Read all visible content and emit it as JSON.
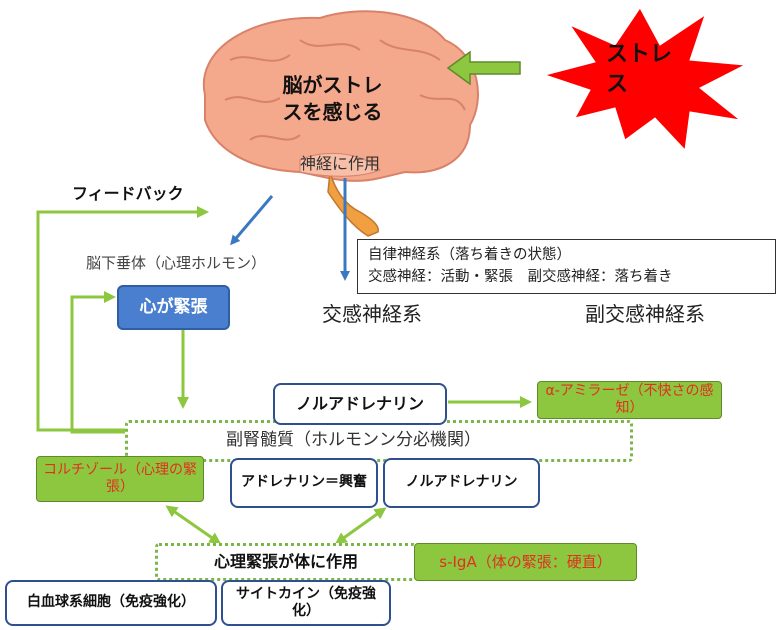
{
  "labels": {
    "stress": "ストレス",
    "brain": "脳がストレスを感じる",
    "nerve": "神経に作用",
    "feedback": "フィードバック",
    "pituitary": "脳下垂体（心理ホルモン）",
    "tension": "心が緊張",
    "autonomic_line1": "自律神経系（落ち着きの状態）",
    "autonomic_line2": "交感神経：活動・緊張　副交感神経：落ち着き",
    "sympathetic": "交感神経系",
    "parasympathetic": "副交感神経系",
    "noradrenaline_top": "ノルアドレナリン",
    "amylase": "α-アミラーゼ（不快さの感知）",
    "adrenal": "副腎髄質（ホルモンン分必機関）",
    "cortisol": "コルチゾール（心理の緊張）",
    "adrenaline": "アドレナリン＝興奮",
    "noradrenaline": "ノルアドレナリン",
    "body_effect": "心理緊張が体に作用",
    "siga": "s-IgA（体の緊張：硬直）",
    "wbc": "白血球系細胞（免疫強化）",
    "cytokine": "サイトカイン（免疫強化）"
  },
  "colors": {
    "brain": "#f4a88c",
    "stress_burst": "#ff0000",
    "green": "#8dc63f",
    "blue_box": "#4a7fd0",
    "arrow_blue": "#3a78c2",
    "arrow_green": "#8dc63f",
    "red_text": "#e03020"
  }
}
